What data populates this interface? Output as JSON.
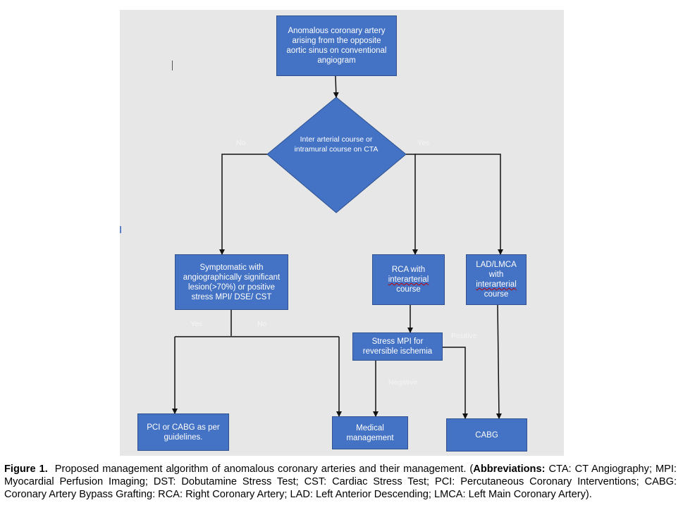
{
  "flowchart": {
    "start": "Anomalous coronary artery arising from the opposite aortic sinus on conventional angiogram",
    "decision": "Inter arterial course or intramural course on CTA",
    "decision_no": "No",
    "decision_yes": "Yes",
    "symptomatic": "Symptomatic with angiographically significant lesion(>70%) or positive stress MPI/ DSE/ CST",
    "rca_prefix": "RCA with",
    "rca_underlined": "interarterial",
    "rca_suffix": "course",
    "lad_line1": "LAD/LMCA",
    "lad_line2": "with",
    "lad_underlined": "interarterial",
    "lad_suffix": "course",
    "stress_mpi": "Stress MPI for reversible ischemia",
    "symptomatic_yes": "Yes",
    "symptomatic_no": "No",
    "stress_positive": "Positive",
    "stress_negative": "Negative",
    "pci_cabg": "PCI or CABG as per guidelines.",
    "medical": "Medical management",
    "cabg": "CABG"
  },
  "caption": {
    "label": "Figure 1.",
    "text": "Proposed management algorithm of anomalous coronary arteries and their management. (",
    "abbrev_label": "Abbreviations:",
    "abbrev_text": " CTA: CT Angiography; MPI: Myocardial Perfusion Imaging; DST: Dobutamine Stress Test; CST: Cardiac Stress Test; PCI: Percutaneous Coronary Interventions; CABG: Coronary Artery Bypass Grafting: RCA: Right Coronary Artery; LAD: Left Anterior Descending; LMCA: Left Main Coronary Artery)."
  },
  "colors": {
    "box_fill": "#4472c4",
    "box_border": "#2f528f",
    "panel": "#e7e7e7",
    "connector": "#111111"
  }
}
